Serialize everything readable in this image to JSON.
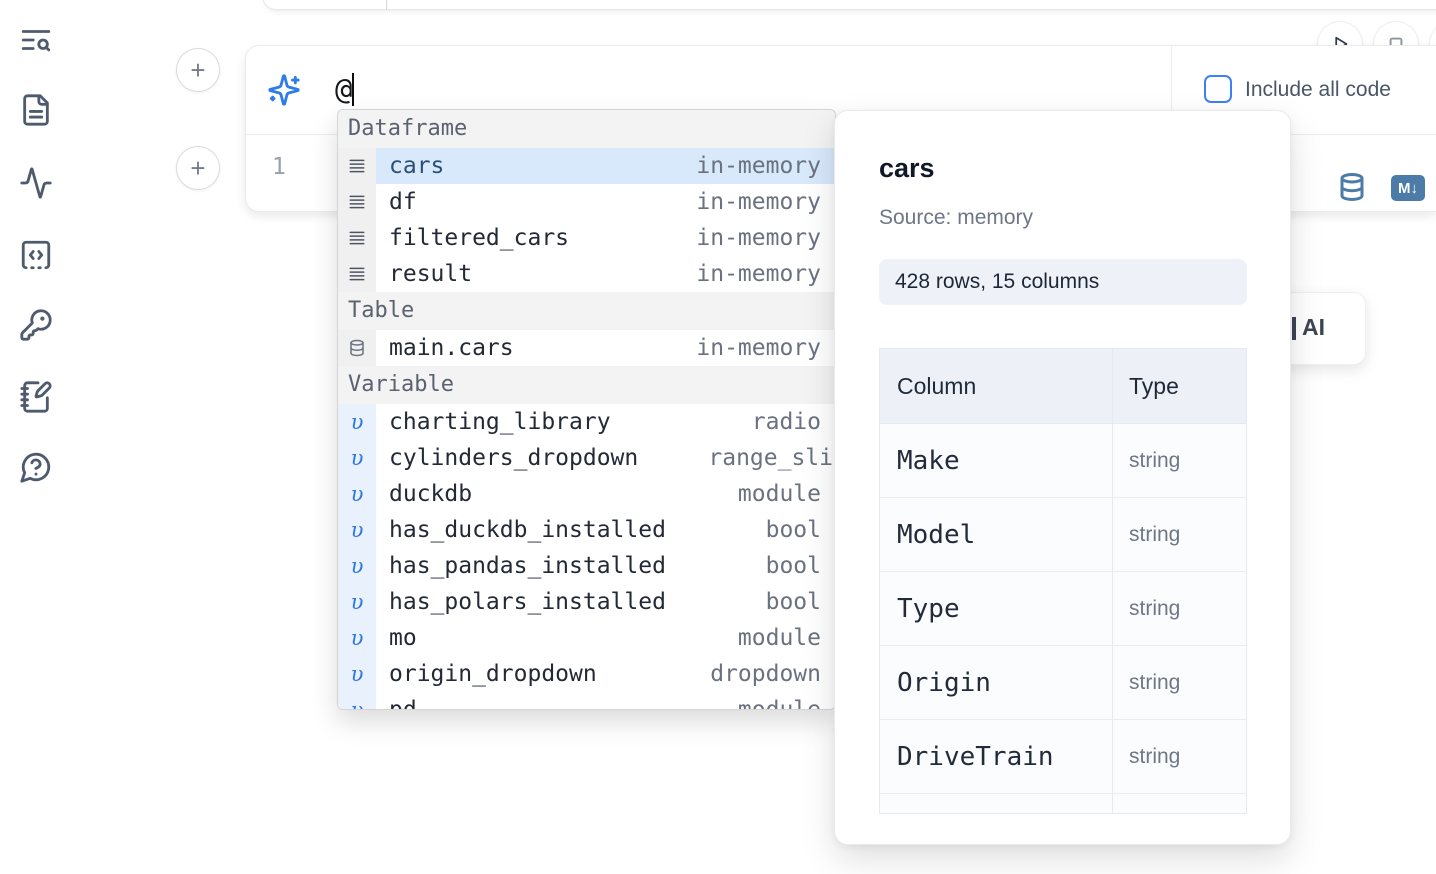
{
  "toolbar": {
    "include_all_code": "Include all code"
  },
  "prompt": {
    "value": "@"
  },
  "editor": {
    "line_number": "1",
    "markdown_badge": "M↓"
  },
  "autocomplete": {
    "sections": [
      {
        "label": "Dataframe",
        "items": [
          {
            "name": "cars",
            "type": "in-memory"
          },
          {
            "name": "df",
            "type": "in-memory"
          },
          {
            "name": "filtered_cars",
            "type": "in-memory"
          },
          {
            "name": "result",
            "type": "in-memory"
          }
        ]
      },
      {
        "label": "Table",
        "items": [
          {
            "name": "main.cars",
            "type": "in-memory"
          }
        ]
      },
      {
        "label": "Variable",
        "items": [
          {
            "name": "charting_library",
            "type": "radio"
          },
          {
            "name": "cylinders_dropdown",
            "type": "range_sli"
          },
          {
            "name": "duckdb",
            "type": "module"
          },
          {
            "name": "has_duckdb_installed",
            "type": "bool"
          },
          {
            "name": "has_pandas_installed",
            "type": "bool"
          },
          {
            "name": "has_polars_installed",
            "type": "bool"
          },
          {
            "name": "mo",
            "type": "module"
          },
          {
            "name": "origin_dropdown",
            "type": "dropdown"
          },
          {
            "name": "pd",
            "type": "module"
          }
        ]
      }
    ]
  },
  "popup": {
    "title": "cars",
    "source": "Source: memory",
    "badge": "428 rows, 15 columns",
    "table": {
      "col_header": "Column",
      "type_header": "Type",
      "rows": [
        {
          "column": "Make",
          "type": "string"
        },
        {
          "column": "Model",
          "type": "string"
        },
        {
          "column": "Type",
          "type": "string"
        },
        {
          "column": "Origin",
          "type": "string"
        },
        {
          "column": "DriveTrain",
          "type": "string"
        }
      ]
    }
  },
  "ai_button": {
    "label": "AI"
  },
  "colors": {
    "accent": "#3b82f6",
    "selection": "#d8e9fb",
    "steel_icon": "#4b7ba6",
    "sidebar_icon": "#4e5a6e"
  }
}
